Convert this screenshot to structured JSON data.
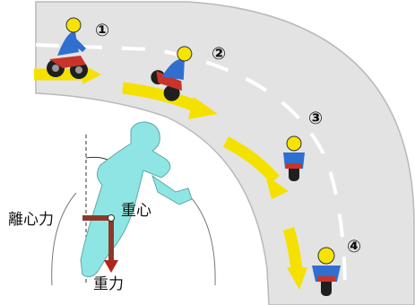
{
  "colors": {
    "road": "#e3e3e3",
    "road_edge": "#b9b9b9",
    "lane_dash": "#ffffff",
    "arrow": "#f4e100",
    "rider_suit": "#2f6fcf",
    "helmet": "#f7e300",
    "motorcycle": "#1f1f1f",
    "motorcycle_red": "#c8342a",
    "lean_figure": "#8fe5e3",
    "force_line": "#8a3a2a",
    "force_arrow": "#b1241a"
  },
  "steps": [
    {
      "number": "①"
    },
    {
      "number": "②"
    },
    {
      "number": "③"
    },
    {
      "number": "④"
    }
  ],
  "inset": {
    "label_centrifugal": "離心力",
    "label_center_of_gravity": "重心",
    "label_gravity": "重力"
  }
}
